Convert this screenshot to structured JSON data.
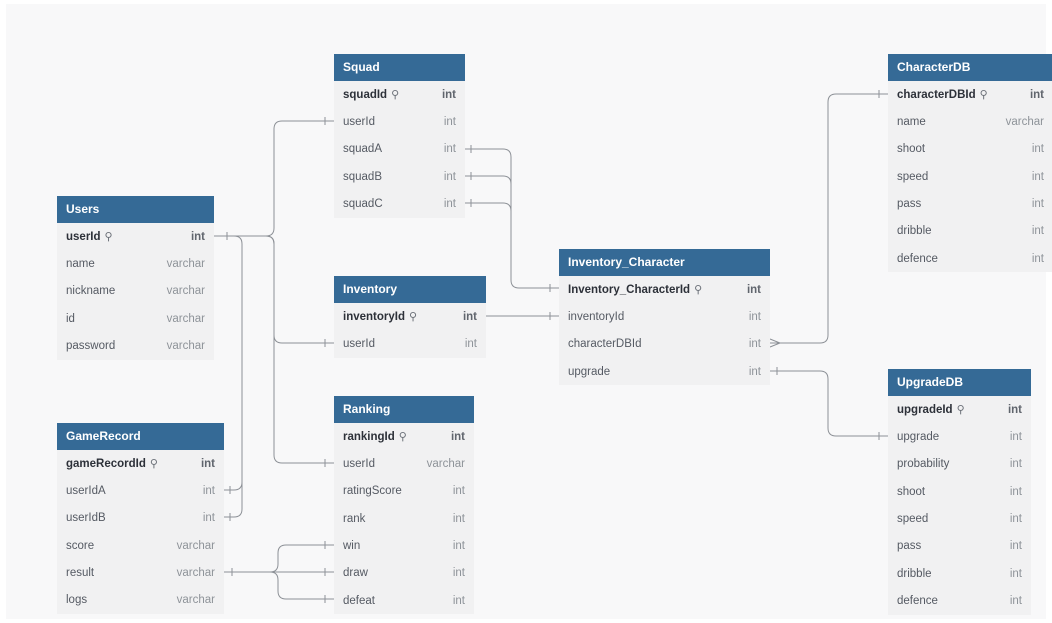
{
  "key_glyph": "⚲",
  "tables": [
    {
      "name": "Users",
      "columns": [
        {
          "name": "userId",
          "type": "int",
          "pk": true
        },
        {
          "name": "name",
          "type": "varchar"
        },
        {
          "name": "nickname",
          "type": "varchar"
        },
        {
          "name": "id",
          "type": "varchar"
        },
        {
          "name": "password",
          "type": "varchar"
        }
      ]
    },
    {
      "name": "GameRecord",
      "columns": [
        {
          "name": "gameRecordId",
          "type": "int",
          "pk": true
        },
        {
          "name": "userIdA",
          "type": "int"
        },
        {
          "name": "userIdB",
          "type": "int"
        },
        {
          "name": "score",
          "type": "varchar"
        },
        {
          "name": "result",
          "type": "varchar"
        },
        {
          "name": "logs",
          "type": "varchar"
        }
      ]
    },
    {
      "name": "Squad",
      "columns": [
        {
          "name": "squadId",
          "type": "int",
          "pk": true
        },
        {
          "name": "userId",
          "type": "int"
        },
        {
          "name": "squadA",
          "type": "int"
        },
        {
          "name": "squadB",
          "type": "int"
        },
        {
          "name": "squadC",
          "type": "int"
        }
      ]
    },
    {
      "name": "Inventory",
      "columns": [
        {
          "name": "inventoryId",
          "type": "int",
          "pk": true
        },
        {
          "name": "userId",
          "type": "int"
        }
      ]
    },
    {
      "name": "Ranking",
      "columns": [
        {
          "name": "rankingId",
          "type": "int",
          "pk": true
        },
        {
          "name": "userId",
          "type": "varchar"
        },
        {
          "name": "ratingScore",
          "type": "int"
        },
        {
          "name": "rank",
          "type": "int"
        },
        {
          "name": "win",
          "type": "int"
        },
        {
          "name": "draw",
          "type": "int"
        },
        {
          "name": "defeat",
          "type": "int"
        }
      ]
    },
    {
      "name": "Inventory_Character",
      "columns": [
        {
          "name": "Inventory_CharacterId",
          "type": "int",
          "pk": true
        },
        {
          "name": "inventoryId",
          "type": "int"
        },
        {
          "name": "characterDBId",
          "type": "int"
        },
        {
          "name": "upgrade",
          "type": "int"
        }
      ]
    },
    {
      "name": "CharacterDB",
      "columns": [
        {
          "name": "characterDBId",
          "type": "int",
          "pk": true
        },
        {
          "name": "name",
          "type": "varchar"
        },
        {
          "name": "shoot",
          "type": "int"
        },
        {
          "name": "speed",
          "type": "int"
        },
        {
          "name": "pass",
          "type": "int"
        },
        {
          "name": "dribble",
          "type": "int"
        },
        {
          "name": "defence",
          "type": "int"
        }
      ]
    },
    {
      "name": "UpgradeDB",
      "columns": [
        {
          "name": "upgradeId",
          "type": "int",
          "pk": true
        },
        {
          "name": "upgrade",
          "type": "int"
        },
        {
          "name": "probability",
          "type": "int"
        },
        {
          "name": "shoot",
          "type": "int"
        },
        {
          "name": "speed",
          "type": "int"
        },
        {
          "name": "pass",
          "type": "int"
        },
        {
          "name": "dribble",
          "type": "int"
        },
        {
          "name": "defence",
          "type": "int"
        }
      ]
    }
  ],
  "relations": [
    {
      "from": "Users.userId",
      "to": "Squad.userId"
    },
    {
      "from": "Users.userId",
      "to": "Inventory.userId"
    },
    {
      "from": "Users.userId",
      "to": "Ranking.userId"
    },
    {
      "from": "Users.userId",
      "to": "GameRecord.userIdA"
    },
    {
      "from": "Users.userId",
      "to": "GameRecord.userIdB"
    },
    {
      "from": "GameRecord.result",
      "to": "Ranking.win"
    },
    {
      "from": "GameRecord.result",
      "to": "Ranking.draw"
    },
    {
      "from": "GameRecord.result",
      "to": "Ranking.defeat"
    },
    {
      "from": "Squad.squadA",
      "to": "Inventory_Character.Inventory_CharacterId"
    },
    {
      "from": "Squad.squadB",
      "to": "Inventory_Character.Inventory_CharacterId"
    },
    {
      "from": "Squad.squadC",
      "to": "Inventory_Character.Inventory_CharacterId"
    },
    {
      "from": "Inventory.inventoryId",
      "to": "Inventory_Character.inventoryId"
    },
    {
      "from": "Inventory_Character.characterDBId",
      "to": "CharacterDB.characterDBId"
    },
    {
      "from": "Inventory_Character.upgrade",
      "to": "UpgradeDB.upgrade"
    }
  ]
}
